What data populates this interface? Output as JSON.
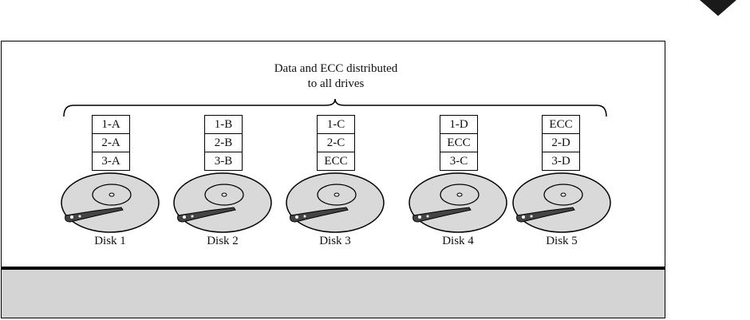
{
  "caption": {
    "line1": "Data and ECC distributed",
    "line2": "to all drives"
  },
  "disks": [
    {
      "label": "Disk 1",
      "blocks": [
        "1-A",
        "2-A",
        "3-A"
      ]
    },
    {
      "label": "Disk 2",
      "blocks": [
        "1-B",
        "2-B",
        "3-B"
      ]
    },
    {
      "label": "Disk 3",
      "blocks": [
        "1-C",
        "2-C",
        "ECC"
      ]
    },
    {
      "label": "Disk 4",
      "blocks": [
        "1-D",
        "ECC",
        "3-C"
      ]
    },
    {
      "label": "Disk 5",
      "blocks": [
        "ECC",
        "2-D",
        "3-D"
      ]
    }
  ],
  "colors": {
    "platter": "#d9d9d9",
    "stroke": "#000000",
    "footer": "#d4d4d4"
  },
  "icons": {
    "corner": "down-triangle-icon",
    "disk": "hard-disk-icon"
  }
}
